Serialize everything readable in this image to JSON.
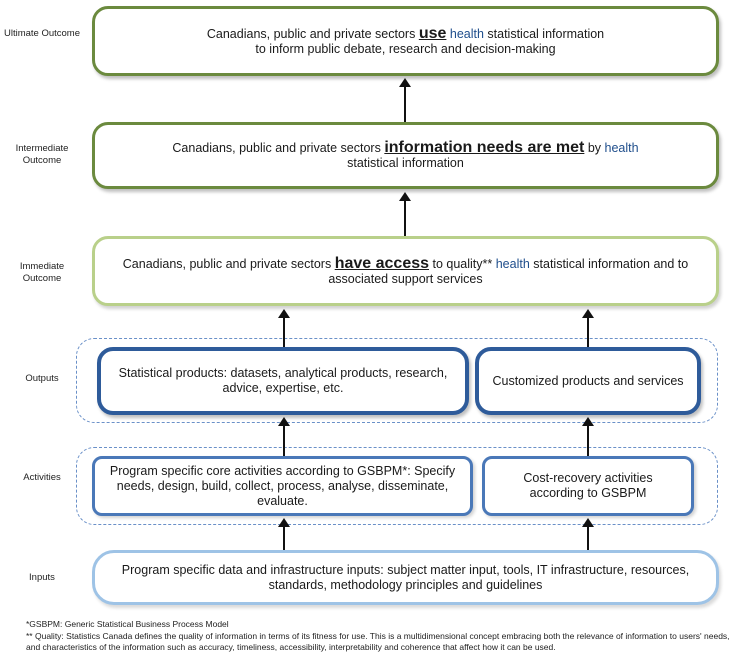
{
  "labels": {
    "ultimate": "Ultimate Outcome",
    "intermediate": "Intermediate Outcome",
    "immediate": "Immediate Outcome",
    "outputs": "Outputs",
    "activities": "Activities",
    "inputs": "Inputs"
  },
  "ultimate": {
    "pre": "Canadians, public and private sectors ",
    "keyword": "use",
    "mid": " ",
    "health": "health",
    "post": " statistical information",
    "line2": "to inform public debate, research and decision-making"
  },
  "intermediate": {
    "pre": "Canadians, public and private sectors ",
    "keyword": "information needs are met",
    "mid": " by ",
    "health": "health",
    "line2": "statistical information"
  },
  "immediate": {
    "pre": "Canadians, public and private sectors ",
    "keyword": "have access",
    "mid": " to quality** ",
    "health": "health",
    "post": " statistical information and to",
    "line2": "associated support services"
  },
  "outputs": {
    "left": "Statistical products: datasets, analytical products, research, advice, expertise, etc.",
    "right": "Customized products and services"
  },
  "activities": {
    "left": "Program specific core activities according to GSBPM*: Specify needs, design, build, collect, process, analyse, disseminate, evaluate.",
    "right": "Cost-recovery activities according to GSBPM"
  },
  "inputs": {
    "text": "Program specific data and infrastructure inputs: subject matter input, tools, IT infrastructure, resources, standards, methodology principles and guidelines"
  },
  "footnotes": {
    "gsbpm": "*GSBPM: Generic Statistical Business Process Model",
    "quality": "** Quality:  Statistics Canada defines the quality of information in terms of its fitness for use. This is a multidimensional concept embracing both the relevance of information to users' needs, and characteristics of the information such as accuracy, timeliness, accessibility, interpretability and coherence that affect how it can be used."
  },
  "colors": {
    "outcome_dark": "#6b8a3e",
    "outcome_light": "#b9d08a",
    "output_blue": "#2e5b9a",
    "activity_blue": "#4a78b8",
    "input_light_blue": "#9ec3e6",
    "health_text": "#1f4e8c"
  }
}
